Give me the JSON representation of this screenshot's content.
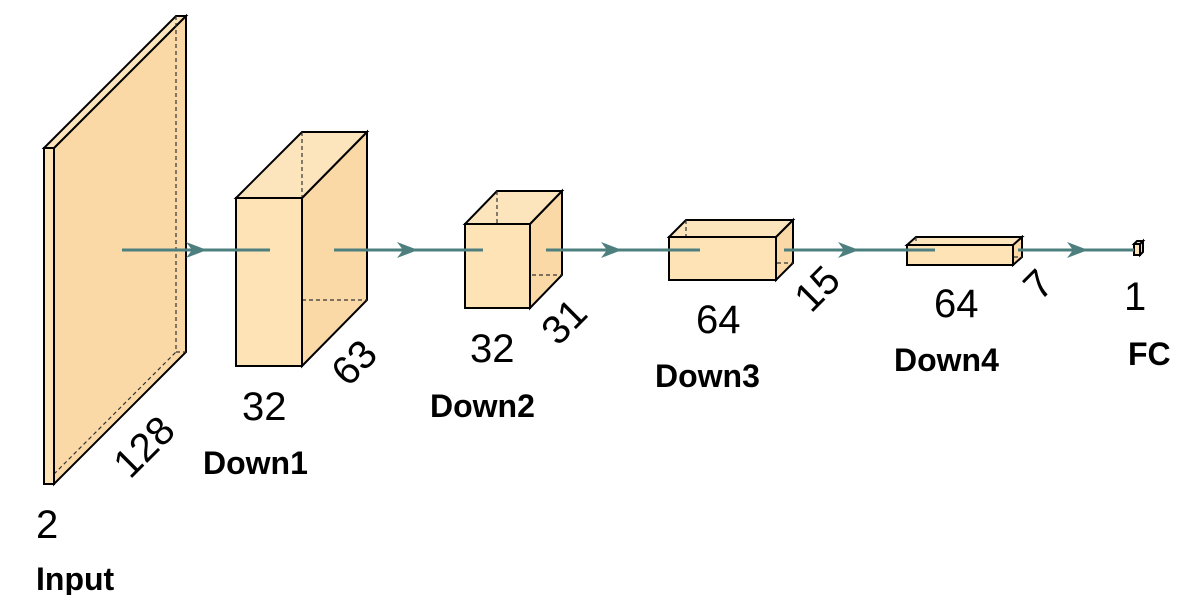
{
  "layers": [
    {
      "name": "Input",
      "depth_label": "2",
      "height_label": "128"
    },
    {
      "name": "Down1",
      "width_label": "32",
      "height_label": "63"
    },
    {
      "name": "Down2",
      "width_label": "32",
      "height_label": "31"
    },
    {
      "name": "Down3",
      "width_label": "64",
      "height_label": "15"
    },
    {
      "name": "Down4",
      "width_label": "64",
      "height_label": "7"
    },
    {
      "name": "FC",
      "size_label": "1"
    }
  ],
  "colors": {
    "block_fill": "#fde3b6",
    "arrow": "#4d7f7f"
  }
}
